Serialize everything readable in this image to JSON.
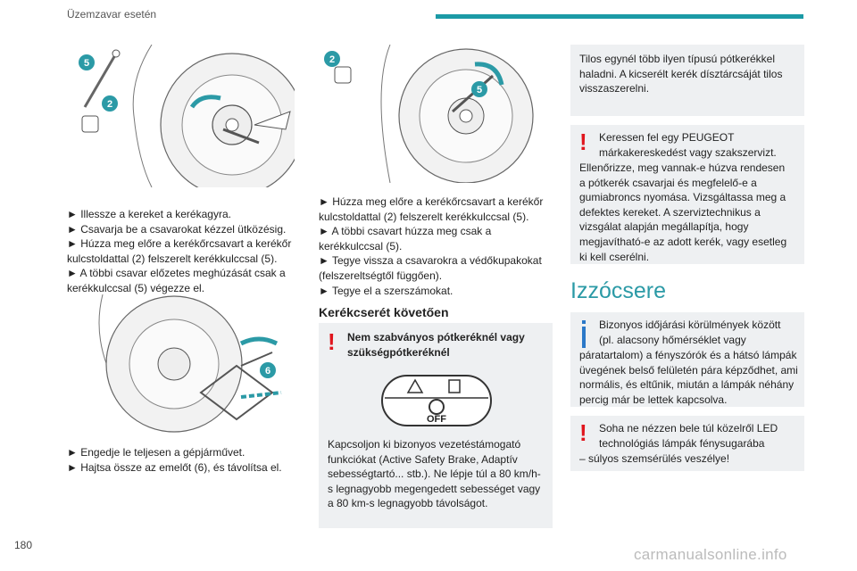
{
  "header": {
    "title": "Üzemzavar esetén",
    "page_number": "180"
  },
  "col1": {
    "steps1": [
      "► Illessze a kereket a kerékagyra.",
      "► Csavarja be a csavarokat kézzel ütközésig.",
      "► Húzza meg előre a kerékőrcsavart a kerékőr kulcstoldattal (2) felszerelt kerékkulccsal (5).",
      "► A többi csavar előzetes meghúzását csak a kerékkulccsal (5) végezze el."
    ],
    "steps2": [
      "► Engedje le teljesen a gépjárművet.",
      "► Hajtsa össze az emelőt (6), és távolítsa el."
    ],
    "badges1": [
      "5",
      "2"
    ],
    "badges2": [
      "6"
    ]
  },
  "col2": {
    "badges": [
      "2",
      "5"
    ],
    "steps": [
      "► Húzza meg előre a kerékőrcsavart a kerékőr kulcstoldattal (2) felszerelt kerékkulccsal (5).",
      "► A többi csavart húzza meg csak a kerékkulccsal (5).",
      "► Tegye vissza a csavarokra a védőkupakokat (felszereltségtől függően).",
      "► Tegye el a szerszámokat."
    ],
    "section_title": "Kerékcserét követően",
    "warn_title": "Nem szabványos pótkeréknél vagy szükségpótkeréknél",
    "label_off": "OFF",
    "warn_text": "Kapcsoljon ki bizonyos vezetéstámogató funkciókat (Active Safety Brake, Adaptív sebességtartó... stb.). Ne lépje túl a 80 km/h-s legnagyobb megengedett sebességet vagy a 80 km-s legnagyobb távolságot."
  },
  "col3": {
    "box1": "Tilos egynél több ilyen típusú pótkerékkel haladni. A kicserélt kerék dísztárcsáját tilos visszaszerelni.",
    "box2_first": "Keressen fel egy PEUGEOT márkakereskedést vagy szakszervizt.",
    "box2_rest": "Ellenőrizze, meg vannak-e húzva rendesen a pótkerék csavarjai és megfelelő-e a gumiabroncs nyomása. Vizsgáltassa meg a defektes kereket. A szerviztechnikus a vizsgálat alapján megállapítja, hogy megjavítható-e az adott kerék, vagy esetleg ki kell cserélni.",
    "section_title": "Izzócsere",
    "box3_first": "Bizonyos időjárási körülmények között (pl. alacsony hőmérséklet vagy",
    "box3_rest": "páratartalom) a fényszórók és a hátsó lámpák üvegének belső felületén pára képződhet, ami normális, és eltűnik, miután a lámpák néhány percig már be lettek kapcsolva.",
    "box4_first": "Soha ne nézzen bele túl közelről LED technológiás lámpák fénysugarába",
    "box4_rest": "– súlyos szemsérülés veszélye!"
  },
  "footer": {
    "watermark": "carmanualsonline.info"
  },
  "colors": {
    "accent": "#1b9aa6",
    "badge": "#2b9aa6",
    "warning": "#e0151d",
    "info": "#2b78c8",
    "box": "#eef0f2"
  }
}
